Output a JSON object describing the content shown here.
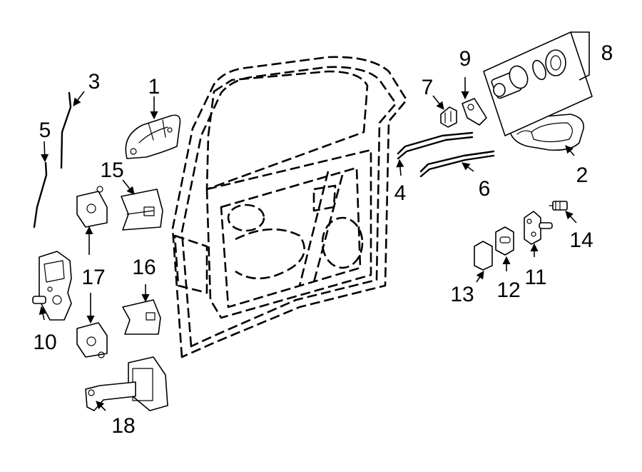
{
  "callouts": {
    "c1": "1",
    "c2": "2",
    "c3": "3",
    "c4": "4",
    "c5": "5",
    "c6": "6",
    "c7": "7",
    "c8": "8",
    "c9": "9",
    "c10": "10",
    "c11": "11",
    "c12": "12",
    "c13": "13",
    "c14": "14",
    "c15": "15",
    "c16": "16",
    "c17": "17",
    "c18": "18"
  },
  "colors": {
    "ink": "#000000",
    "paper": "#ffffff"
  }
}
